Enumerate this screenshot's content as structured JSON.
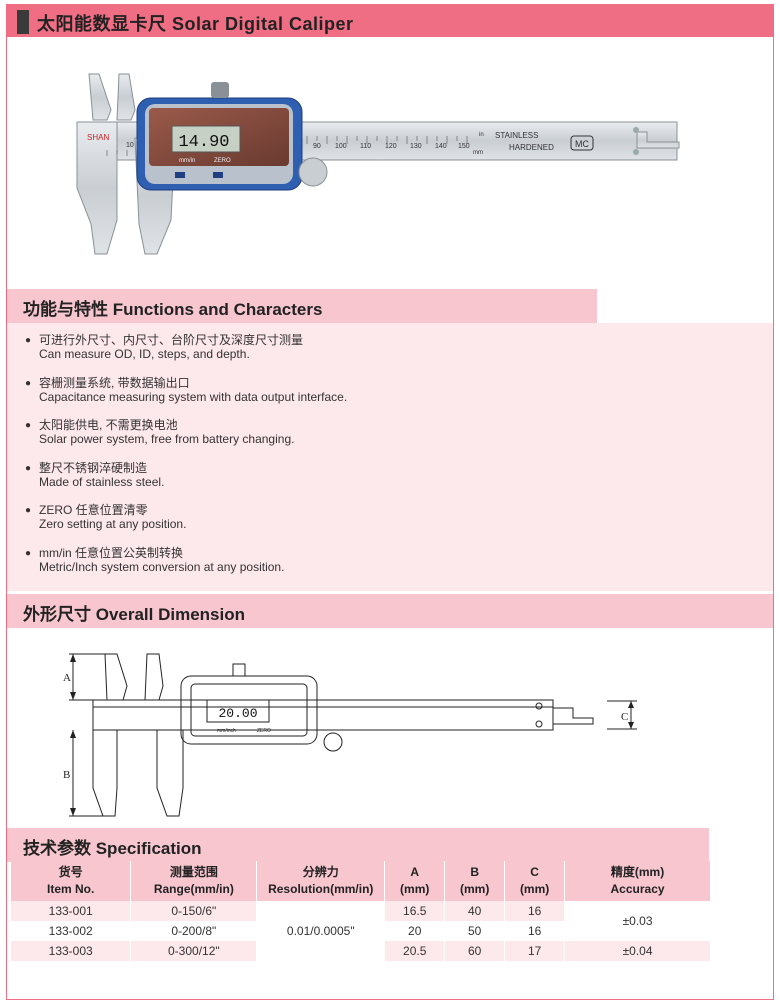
{
  "title": "太阳能数显卡尺 Solar Digital Caliper",
  "photo": {
    "brand": "SHAN",
    "display_value": "14.90",
    "unit_label": "mm/in",
    "zero_label": "ZERO",
    "scale_in": "in",
    "scale_mm": "mm",
    "stainless": "STAINLESS",
    "hardened": "HARDENED",
    "mark": "MC",
    "scale_numbers": [
      "10",
      "90",
      "100",
      "110",
      "120",
      "130",
      "140",
      "150"
    ]
  },
  "features": {
    "heading": "功能与特性 Functions and Characters",
    "items": [
      {
        "cn": "可进行外尺寸、内尺寸、台阶尺寸及深度尺寸测量",
        "en": "Can measure OD, ID, steps, and depth."
      },
      {
        "cn": "容栅测量系统, 带数据输出口",
        "en": "Capacitance measuring system with data output interface."
      },
      {
        "cn": "太阳能供电, 不需更换电池",
        "en": "Solar power system, free from battery changing."
      },
      {
        "cn": "整尺不锈钢淬硬制造",
        "en": "Made of stainless steel."
      },
      {
        "cn": "ZERO 任意位置清零",
        "en": "Zero setting at any position."
      },
      {
        "cn": "mm/in 任意位置公英制转换",
        "en": "Metric/Inch system conversion at any position."
      }
    ]
  },
  "dimension": {
    "heading": "外形尺寸 Overall Dimension",
    "label_a": "A",
    "label_b": "B",
    "label_c": "C",
    "display_value": "20.00",
    "unit_label": "mm/inch",
    "zero_label": "ZERO"
  },
  "spec": {
    "heading": "技术参数 Specification",
    "headers": [
      {
        "cn": "货号",
        "en": "Item No."
      },
      {
        "cn": "测量范围",
        "en": "Range(mm/in)"
      },
      {
        "cn": "分辨力",
        "en": "Resolution(mm/in)"
      },
      {
        "cn": "A",
        "en": "(mm)"
      },
      {
        "cn": "B",
        "en": "(mm)"
      },
      {
        "cn": "C",
        "en": "(mm)"
      },
      {
        "cn": "精度(mm)",
        "en": "Accuracy"
      }
    ],
    "rows": [
      {
        "item": "133-001",
        "range": "0-150/6\"",
        "a": "16.5",
        "b": "40",
        "c": "16"
      },
      {
        "item": "133-002",
        "range": "0-200/8\"",
        "a": "20",
        "b": "50",
        "c": "16"
      },
      {
        "item": "133-003",
        "range": "0-300/12\"",
        "a": "20.5",
        "b": "60",
        "c": "17"
      }
    ],
    "resolution": "0.01/0.0005\"",
    "accuracy_1": "±0.03",
    "accuracy_2": "±0.04"
  }
}
